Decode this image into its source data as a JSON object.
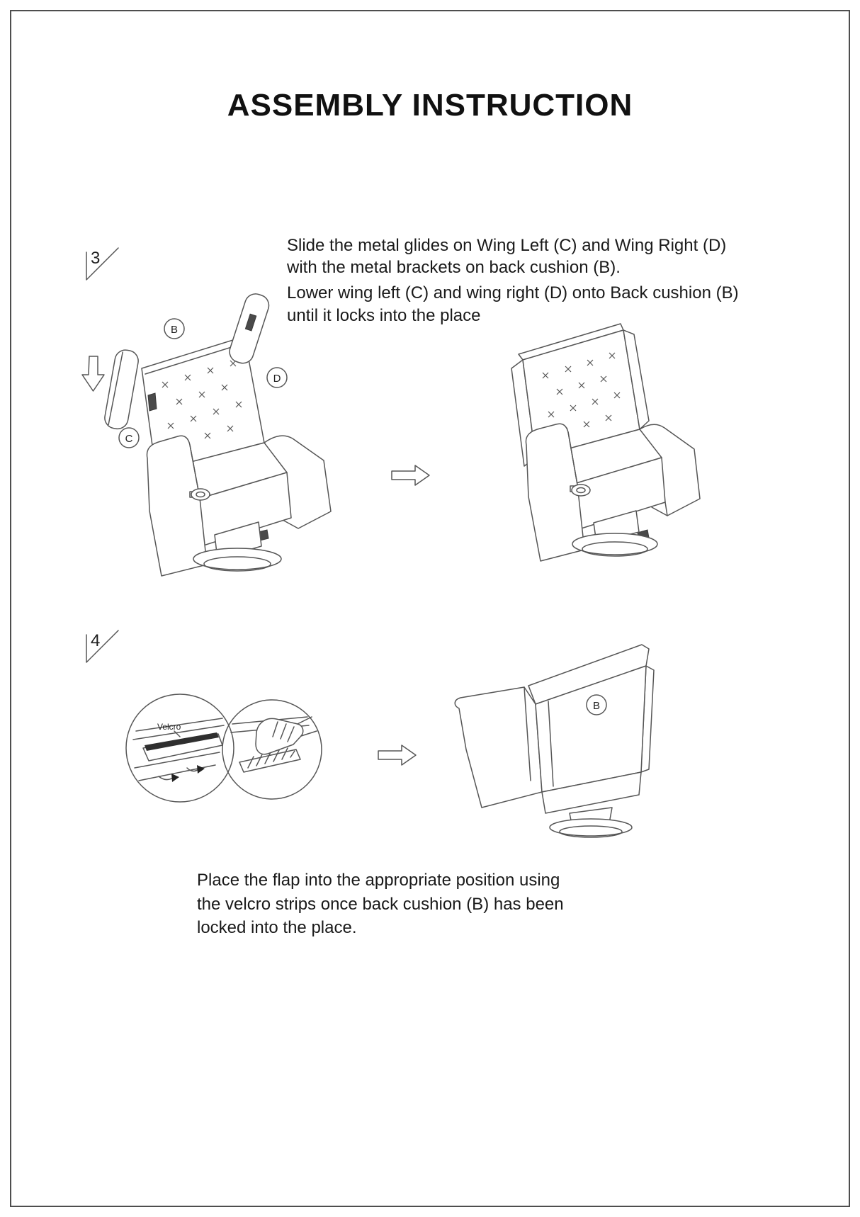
{
  "page": {
    "title": "ASSEMBLY INSTRUCTION"
  },
  "step3": {
    "number": "3",
    "para1": "Slide the metal glides on Wing Left (C) and Wing Right (D) with the metal brackets on back cushion (B).",
    "para2": "Lower wing left (C) and wing right (D) onto Back cushion (B) until it locks into the place",
    "labels": {
      "back_cushion": "B",
      "wing_left": "C",
      "wing_right": "D"
    }
  },
  "step4": {
    "number": "4",
    "text": "Place the flap into the appropriate position using the velcro strips once back cushion (B) has been locked into the place.",
    "labels": {
      "back_cushion": "B"
    },
    "velcro": "Velcro"
  }
}
